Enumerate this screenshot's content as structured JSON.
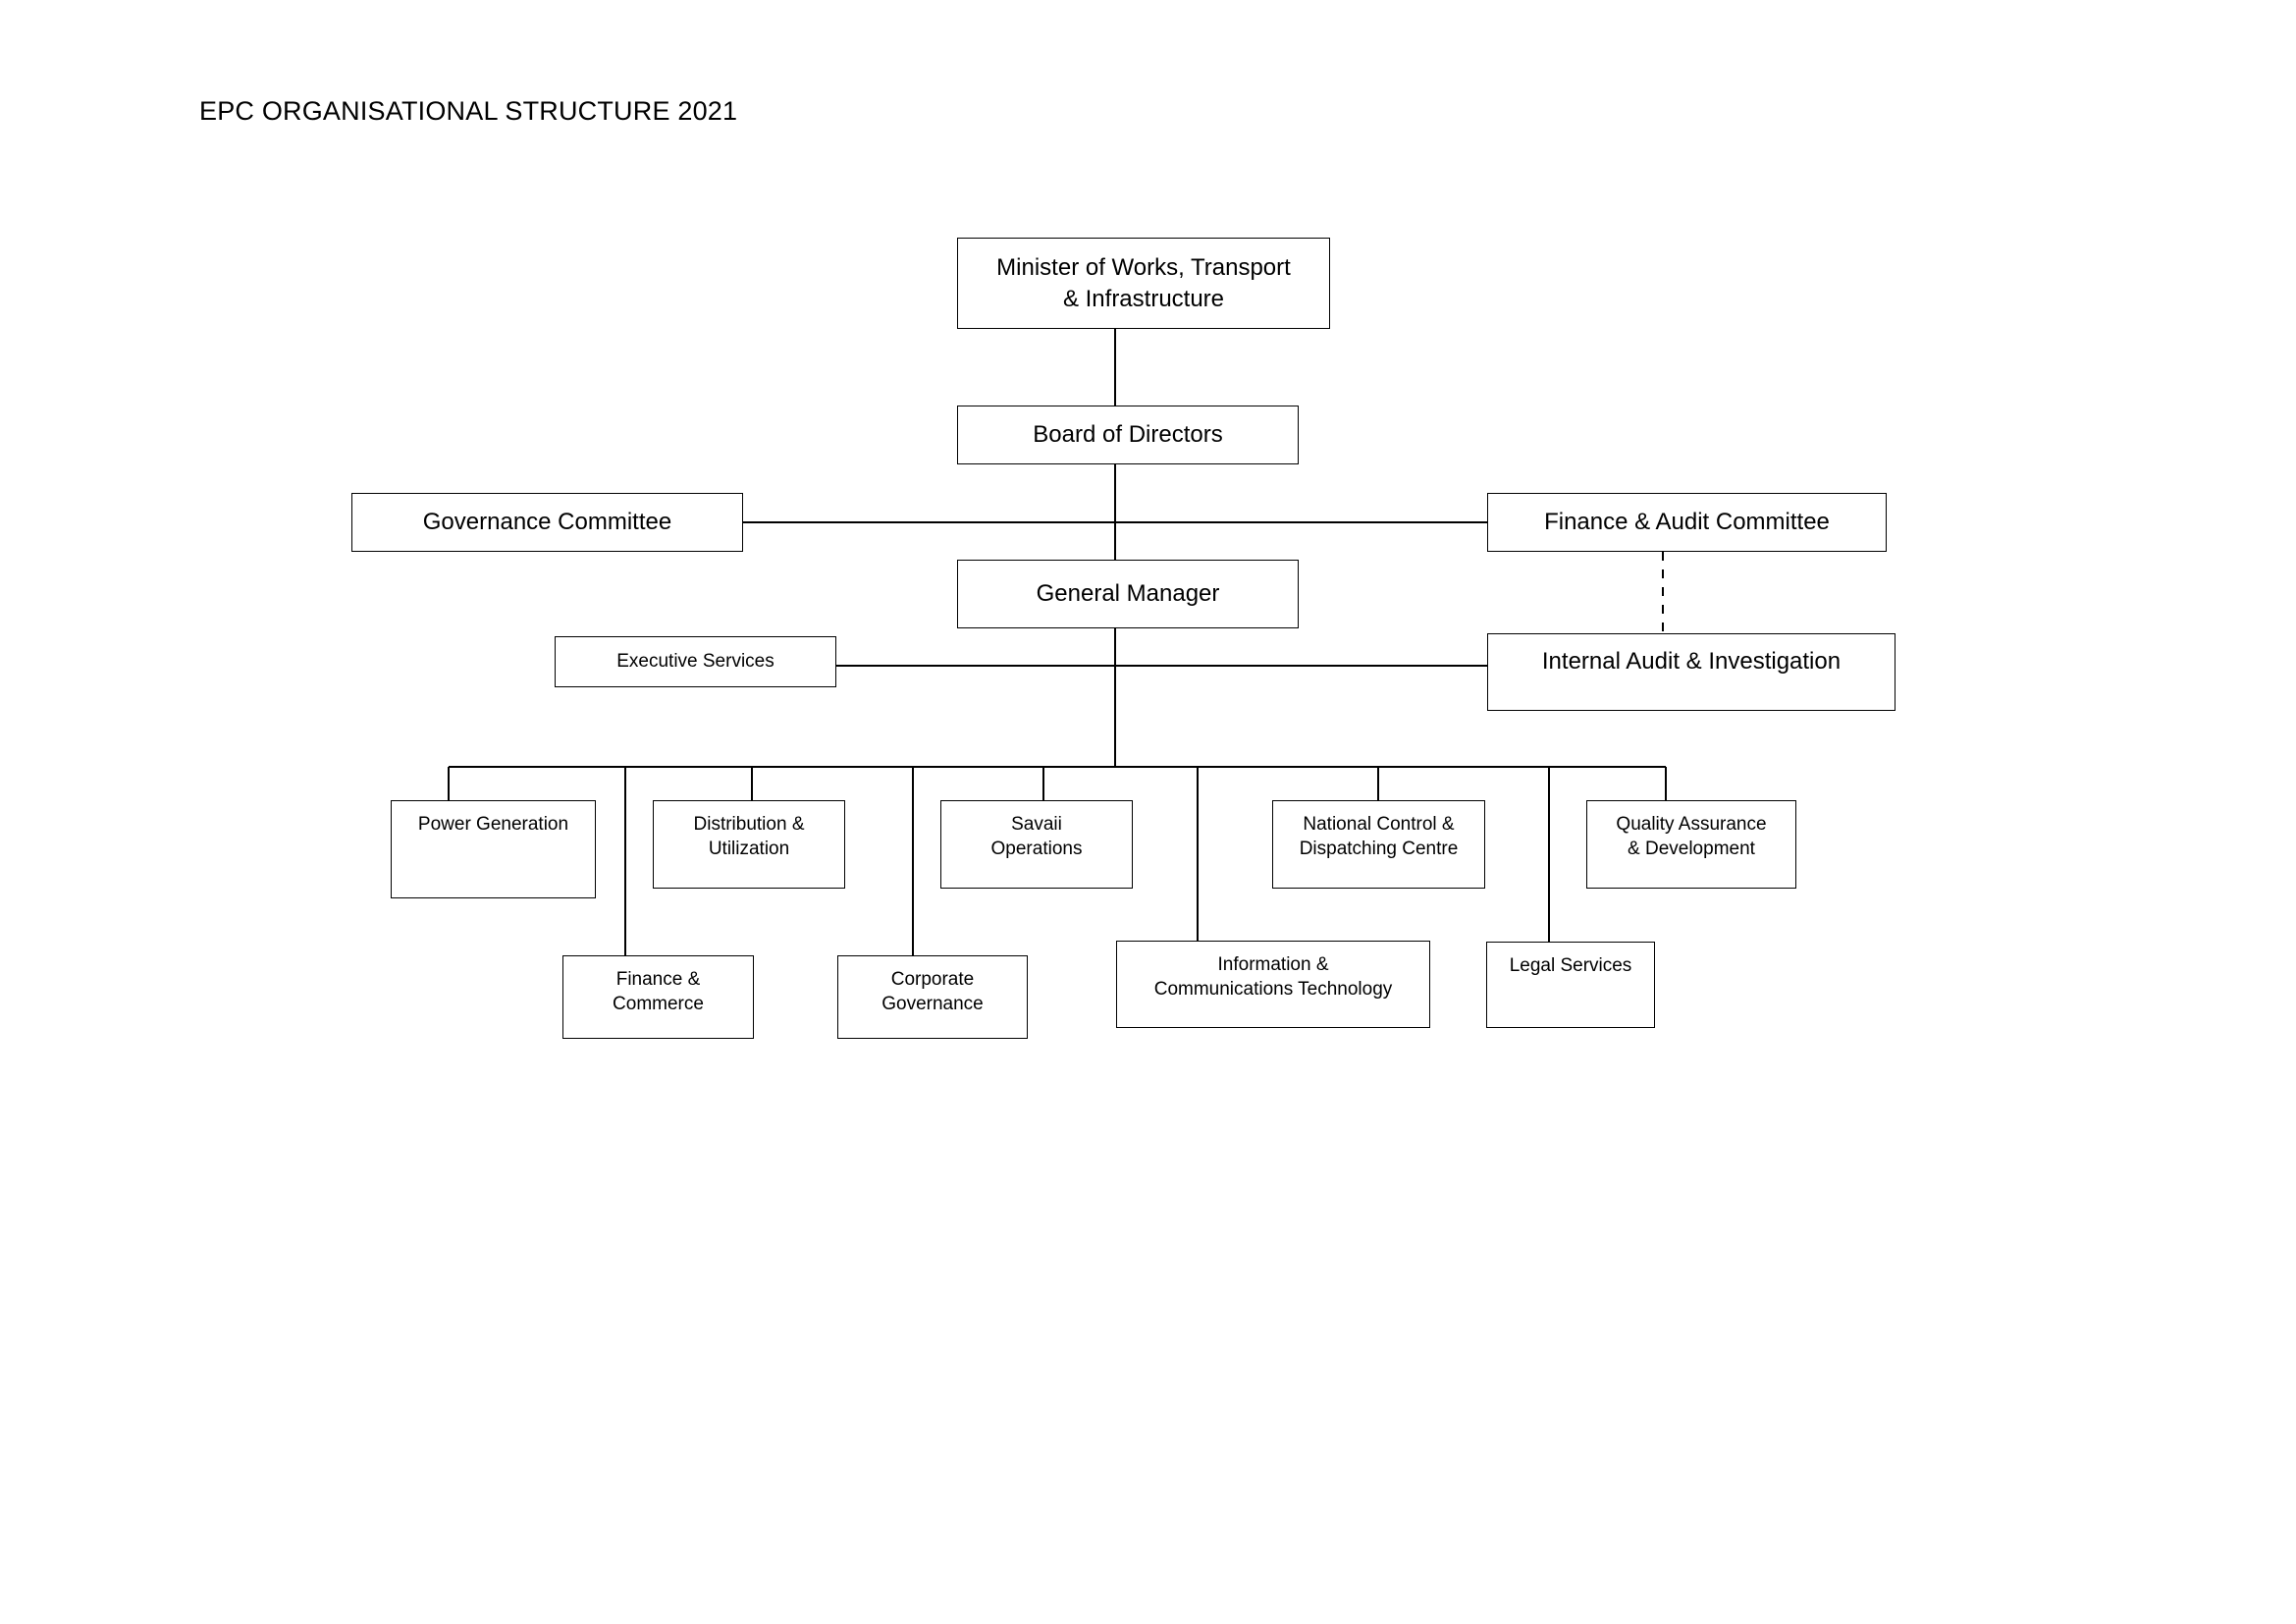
{
  "document": {
    "title": "EPC ORGANISATIONAL STRUCTURE 2021"
  },
  "chart_data": {
    "type": "diagram",
    "diagram_type": "organisational-chart",
    "title": "EPC ORGANISATIONAL STRUCTURE 2021",
    "colors": {
      "background": "#ffffff",
      "box_border": "#000000",
      "box_fill": "#ffffff",
      "connector": "#000000",
      "text": "#000000"
    },
    "nodes": [
      {
        "id": "minister",
        "label": "Minister of Works, Transport\n& Infrastructure",
        "level": 0
      },
      {
        "id": "board",
        "label": "Board of Directors",
        "level": 1
      },
      {
        "id": "governance_committee",
        "label": "Governance Committee",
        "level": 2
      },
      {
        "id": "finance_audit_committee",
        "label": "Finance & Audit Committee",
        "level": 2
      },
      {
        "id": "general_manager",
        "label": "General Manager",
        "level": 3
      },
      {
        "id": "executive_services",
        "label": "Executive Services",
        "level": 4
      },
      {
        "id": "internal_audit",
        "label": "Internal Audit & Investigation",
        "level": 4
      },
      {
        "id": "power_generation",
        "label": "Power Generation",
        "level": 5
      },
      {
        "id": "distribution_utilization",
        "label": "Distribution &\nUtilization",
        "level": 5
      },
      {
        "id": "savaii_operations",
        "label": "Savaii\nOperations",
        "level": 5
      },
      {
        "id": "national_control",
        "label": "National Control &\nDispatching Centre",
        "level": 5
      },
      {
        "id": "quality_assurance",
        "label": "Quality Assurance\n& Development",
        "level": 5
      },
      {
        "id": "finance_commerce",
        "label": "Finance &\nCommerce",
        "level": 6
      },
      {
        "id": "corporate_governance",
        "label": "Corporate\nGovernance",
        "level": 6
      },
      {
        "id": "ict",
        "label": "Information &\nCommunications Technology",
        "level": 6
      },
      {
        "id": "legal_services",
        "label": "Legal Services",
        "level": 6
      }
    ],
    "edges": [
      {
        "from": "minister",
        "to": "board",
        "style": "solid"
      },
      {
        "from": "board",
        "to": "general_manager",
        "style": "solid"
      },
      {
        "from": "governance_committee",
        "to": "board",
        "style": "solid"
      },
      {
        "from": "finance_audit_committee",
        "to": "board",
        "style": "solid"
      },
      {
        "from": "finance_audit_committee",
        "to": "internal_audit",
        "style": "dashed"
      },
      {
        "from": "executive_services",
        "to": "general_manager",
        "style": "solid"
      },
      {
        "from": "internal_audit",
        "to": "general_manager",
        "style": "solid"
      },
      {
        "from": "general_manager",
        "to": "power_generation",
        "style": "solid"
      },
      {
        "from": "general_manager",
        "to": "distribution_utilization",
        "style": "solid"
      },
      {
        "from": "general_manager",
        "to": "savaii_operations",
        "style": "solid"
      },
      {
        "from": "general_manager",
        "to": "national_control",
        "style": "solid"
      },
      {
        "from": "general_manager",
        "to": "quality_assurance",
        "style": "solid"
      },
      {
        "from": "general_manager",
        "to": "finance_commerce",
        "style": "solid"
      },
      {
        "from": "general_manager",
        "to": "corporate_governance",
        "style": "solid"
      },
      {
        "from": "general_manager",
        "to": "ict",
        "style": "solid"
      },
      {
        "from": "general_manager",
        "to": "legal_services",
        "style": "solid"
      }
    ]
  },
  "nodes": {
    "minister": {
      "label": "Minister of Works, Transport\n& Infrastructure"
    },
    "board": {
      "label": "Board of Directors"
    },
    "governance_committee": {
      "label": "Governance Committee"
    },
    "finance_audit_committee": {
      "label": "Finance & Audit Committee"
    },
    "general_manager": {
      "label": "General Manager"
    },
    "executive_services": {
      "label": "Executive Services"
    },
    "internal_audit": {
      "label": "Internal Audit & Investigation"
    },
    "power_generation": {
      "label": "Power Generation"
    },
    "distribution_utilization": {
      "label": "Distribution &\nUtilization"
    },
    "savaii_operations": {
      "label": "Savaii\nOperations"
    },
    "national_control": {
      "label": "National Control &\nDispatching Centre"
    },
    "quality_assurance": {
      "label": "Quality Assurance\n& Development"
    },
    "finance_commerce": {
      "label": "Finance &\nCommerce"
    },
    "corporate_governance": {
      "label": "Corporate\nGovernance"
    },
    "ict": {
      "label": "Information &\nCommunications Technology"
    },
    "legal_services": {
      "label": "Legal Services"
    }
  }
}
